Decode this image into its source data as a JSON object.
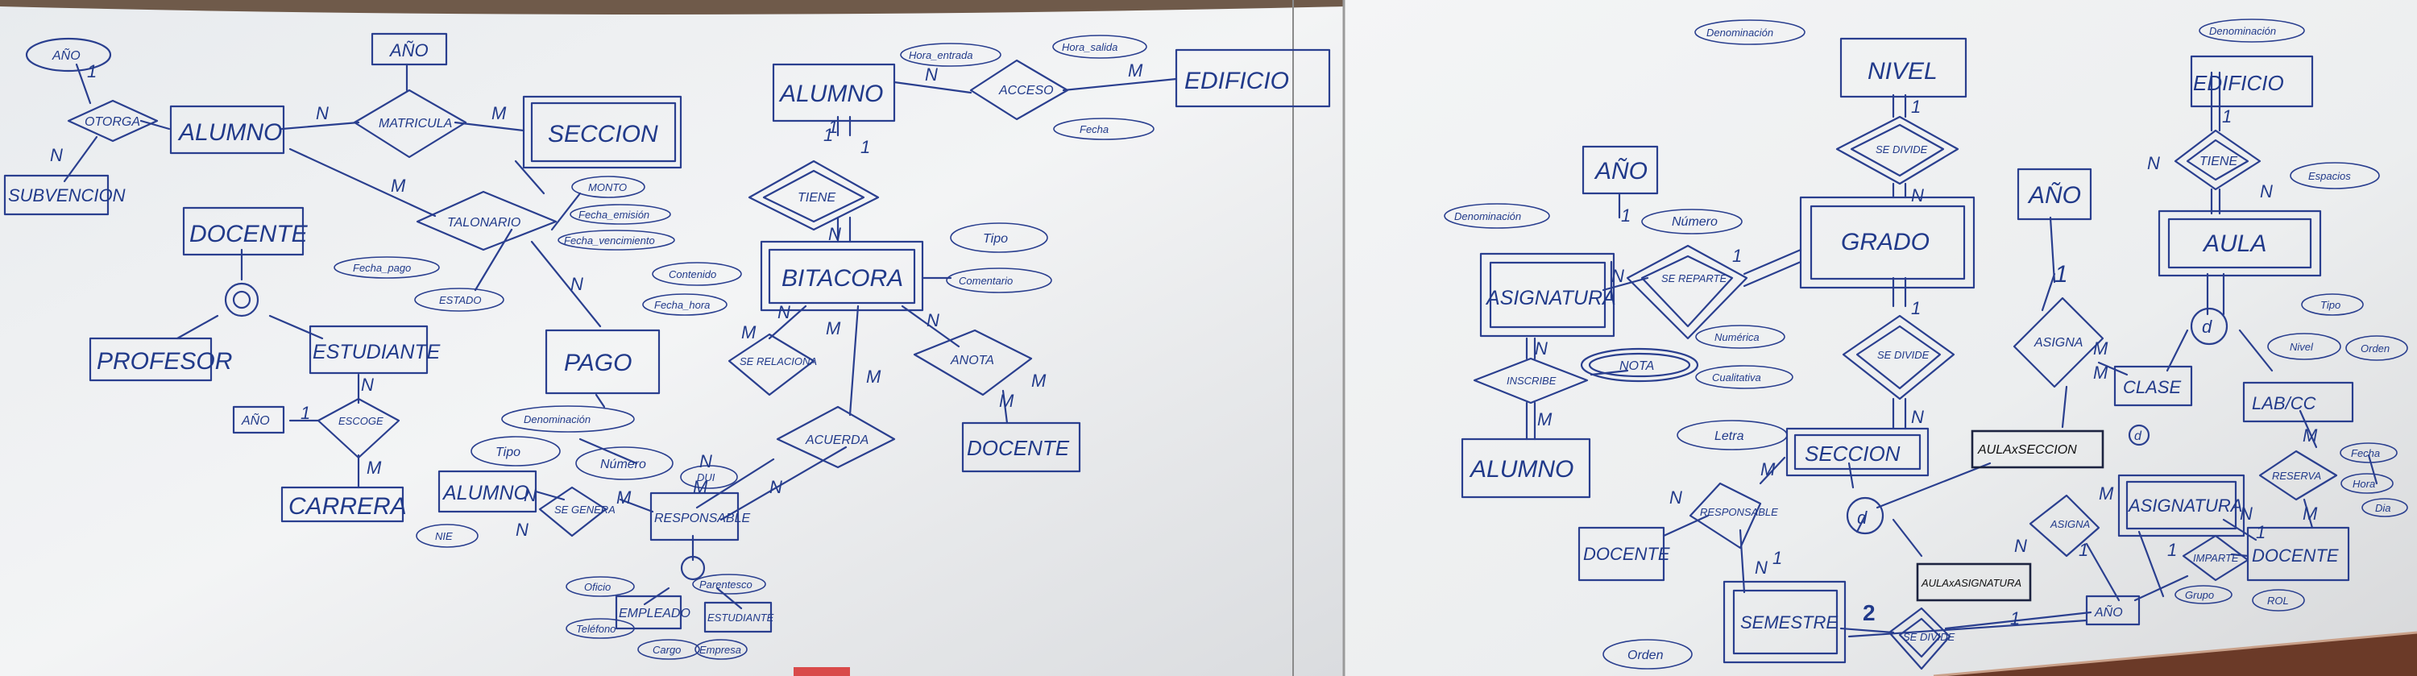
{
  "left_board": {
    "entities": {
      "alumno": "ALUMNO",
      "seccion": "SECCION",
      "docente": "DOCENTE",
      "profesor": "PROFESOR",
      "estudiante": "ESTUDIANTE",
      "carrera": "CARRERA",
      "pago": "PAGO",
      "alumno2": "ALUMNO",
      "responsable": "RESPONSABLE",
      "alumno3": "ALUMNO",
      "edificio": "EDIFICIO",
      "bitacora": "BITACORA",
      "docente2": "DOCENTE",
      "empleado": "EMPLEADO",
      "estudiante2": "ESTUDIANTE",
      "subvencion": "SUBVENCION"
    },
    "relationships": {
      "otorga": "OTORGA",
      "matricula": "MATRICULA",
      "talonario": "TALONARIO",
      "escoge": "ESCOGE",
      "se_genera": "SE GENERA",
      "acceso": "ACCESO",
      "tiene": "TIENE",
      "se_relaciona": "SE RELACIONA",
      "acuerda": "ACUERDA",
      "anota": "ANOTA"
    },
    "attributes": {
      "ano_subv": "AÑO",
      "ano_mat": "AÑO",
      "ano_esc": "AÑO",
      "monto": "MONTO",
      "fecha_emision": "Fecha_emisión",
      "fecha_vencimiento": "Fecha_vencimiento",
      "fecha_pago": "Fecha_pago",
      "estado": "ESTADO",
      "denominacion": "Denominación",
      "tipo_pago": "Tipo",
      "numero_pago": "Número",
      "dui": "DUI",
      "nie": "NIE",
      "hora_entrada": "Hora_entrada",
      "hora_salida": "Hora_salida",
      "fecha_acceso": "Fecha",
      "contenido": "Contenido",
      "fecha_hora": "Fecha_hora",
      "tipo_bit": "Tipo",
      "comentario": "Comentario",
      "oficio": "Oficio",
      "telefono": "Teléfono",
      "parentesco": "Parentesco",
      "cargo": "Cargo",
      "empresa": "Empresa"
    },
    "cardinalities": [
      "1",
      "N",
      "N",
      "M",
      "M",
      "N",
      "1",
      "M",
      "N",
      "N",
      "M",
      "1",
      "1",
      "N",
      "M",
      "N",
      "M",
      "M",
      "N",
      "M",
      "N",
      "M",
      "1",
      "N",
      "N",
      "M",
      "N",
      "M"
    ]
  },
  "right_board": {
    "entities": {
      "nivel": "NIVEL",
      "grado": "GRADO",
      "seccion": "SECCION",
      "asignatura": "ASIGNATURA",
      "alumno": "ALUMNO",
      "docente": "DOCENTE",
      "semestre": "SEMESTRE",
      "ano1": "AÑO",
      "ano2": "AÑO",
      "edificio": "EDIFICIO",
      "aula": "AULA",
      "clase": "CLASE",
      "labcc": "LAB/CC",
      "aulaxseccion": "AULAxSECCION",
      "aulaxasignatura": "AULAxASIGNATURA",
      "asignatura2": "ASIGNATURA",
      "docente2": "DOCENTE",
      "ano3": "AÑO"
    },
    "relationships": {
      "se_divide_nivel": "SE DIVIDE",
      "se_reparte": "SE REPARTE",
      "se_divide_grado": "SE DIVIDE",
      "inscribe": "INSCRIBE",
      "responsable": "RESPONSABLE",
      "se_divide_sem": "SE DIVIDE",
      "tiene": "TIENE",
      "asigna1": "ASIGNA",
      "reserva": "RESERVA",
      "asigna2": "ASIGNA",
      "imparte": "IMPARTE"
    },
    "attributes": {
      "denom_nivel": "Denominación",
      "denom_asig": "Denominación",
      "numero": "Número",
      "nota": "NOTA",
      "numerica": "Numérica",
      "cualitativa": "Cualitativa",
      "letra": "Letra",
      "orden": "Orden",
      "denom_edif": "Denominación",
      "espacios": "Espacios",
      "tipo": "Tipo",
      "nivel": "Nivel",
      "orden2": "Orden",
      "fecha": "Fecha",
      "hora": "Hora",
      "dia": "Dia",
      "grupo": "Grupo",
      "rol": "ROL"
    },
    "cardinalities": [
      "1",
      "1",
      "1",
      "N",
      "N",
      "1",
      "N",
      "N",
      "M",
      "N",
      "M",
      "N",
      "1",
      "2",
      "1",
      "1",
      "1",
      "N",
      "M",
      "M",
      "N",
      "1",
      "M",
      "N",
      "M",
      "1",
      "1",
      "N",
      "M"
    ],
    "disjoint_marks": [
      "d",
      "d",
      "d"
    ]
  }
}
